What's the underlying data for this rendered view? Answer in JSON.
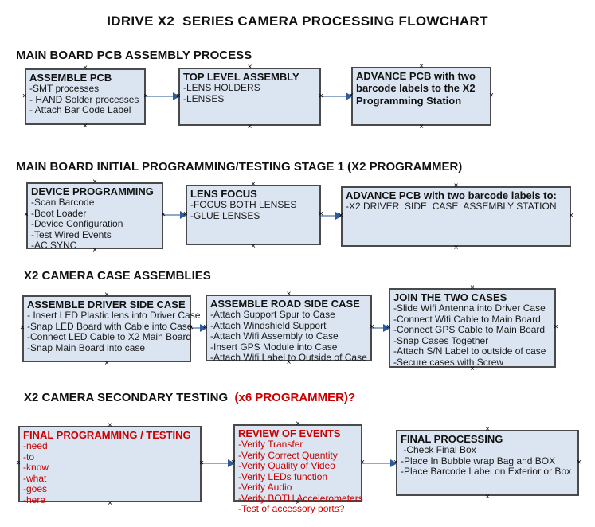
{
  "title": "IDRIVE X2  SERIES CAMERA PROCESSING FLOWCHART",
  "colors": {
    "box_fill": "#dbe5f1",
    "box_border": "#4a4a4a",
    "accent_red": "#cc0000",
    "arrow_line": "#8fa9c9",
    "arrow_head": "#2f5a9e"
  },
  "sections": [
    {
      "heading": "MAIN BOARD PCB ASSEMBLY PROCESS",
      "heading_red": "",
      "boxes": [
        {
          "title": "ASSEMBLE PCB",
          "items": [
            "-SMT processes",
            "- HAND Solder processes",
            "- Attach Bar Code Label"
          ]
        },
        {
          "title": "TOP LEVEL ASSEMBLY",
          "items": [
            "-LENS HOLDERS",
            "-LENSES"
          ]
        },
        {
          "title": "ADVANCE PCB with two barcode labels to the X2 Programming Station",
          "items": []
        }
      ]
    },
    {
      "heading": "MAIN BOARD INITIAL PROGRAMMING/TESTING STAGE 1 (X2 PROGRAMMER)",
      "heading_red": "",
      "boxes": [
        {
          "title": "DEVICE PROGRAMMING",
          "items": [
            "-Scan Barcode",
            "-Boot Loader",
            "-Device Configuration",
            "-Test Wired Events",
            "-AC SYNC"
          ]
        },
        {
          "title": "LENS FOCUS",
          "items": [
            "-FOCUS BOTH LENSES",
            "-GLUE LENSES"
          ]
        },
        {
          "title": "ADVANCE PCB with two barcode labels to:",
          "items": [
            "-X2 DRIVER  SIDE  CASE  ASSEMBLY STATION"
          ]
        }
      ]
    },
    {
      "heading": "X2 CAMERA CASE ASSEMBLIES",
      "heading_red": "",
      "boxes": [
        {
          "title": "ASSEMBLE DRIVER SIDE CASE",
          "items": [
            "- Insert LED Plastic lens into Driver Case",
            "-Snap LED Board with Cable into Case",
            "-Connect LED Cable to X2 Main Board",
            "-Snap Main Board into case"
          ]
        },
        {
          "title": "ASSEMBLE ROAD SIDE CASE",
          "items": [
            "-Attach Support Spur to Case",
            "-Attach Windshield Support",
            "-Attach Wifi Assembly to Case",
            "-Insert GPS Module into Case",
            "-Attach Wifi Label to Outside of Case"
          ]
        },
        {
          "title": "JOIN THE TWO CASES",
          "items": [
            "-Slide Wifi Antenna into Driver Case",
            "-Connect Wifi Cable to Main Board",
            "-Connect GPS Cable to Main Board",
            "-Snap Cases Together",
            "-Attach S/N Label to outside of case",
            "-Secure cases with Screw"
          ]
        }
      ]
    },
    {
      "heading": "X2 CAMERA SECONDARY TESTING  ",
      "heading_red": "(x6 PROGRAMMER)?",
      "boxes": [
        {
          "title": "FINAL PROGRAMMING / TESTING",
          "items": [
            "-need",
            "-to",
            "-know",
            "-what",
            "-goes",
            "-here"
          ]
        },
        {
          "title": "REVIEW OF EVENTS",
          "items": [
            "-Verify Transfer",
            "-Verify Correct Quantity",
            "-Verify Quality of Video",
            "-Verify LEDs function",
            "-Verify Audio",
            "-Verify BOTH Accelerometers",
            "-Test of accessory ports?"
          ]
        },
        {
          "title": "FINAL PROCESSING",
          "items": [
            " -Check Final Box",
            "-Place In Bubble wrap Bag and BOX",
            "-Place Barcode Label on Exterior or Box"
          ]
        }
      ]
    }
  ]
}
